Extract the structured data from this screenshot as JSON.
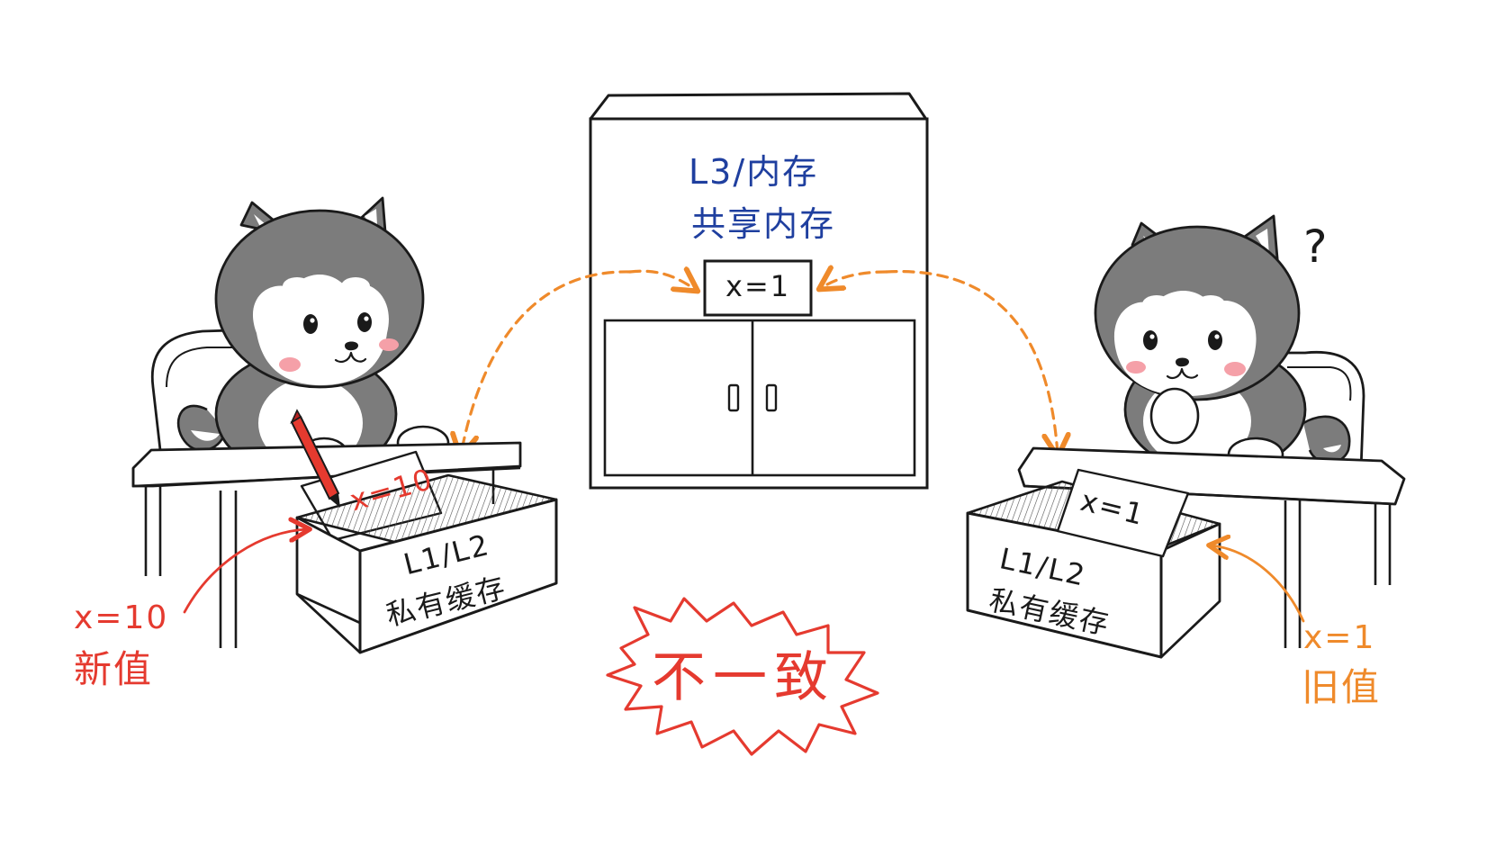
{
  "colors": {
    "ink": "#1a1a1a",
    "shared_blue": "#1f3f9f",
    "new_red": "#e53a2f",
    "old_orange": "#ef8a2b",
    "arrow_orange": "#ef8a2b",
    "fur_gray": "#7c7c7c",
    "fur_dark": "#5e5e5e",
    "cheek_pink": "#f5a0a8"
  },
  "shared": {
    "title_line1": "L3/内存",
    "title_line2": "共享内存",
    "value": "x=1"
  },
  "left_core": {
    "drawer_line1": "L1/L2",
    "drawer_line2": "私有缓存",
    "paper_value": "x=10",
    "callout_value": "x=10",
    "callout_label": "新值"
  },
  "right_core": {
    "drawer_line1": "L1/L2",
    "drawer_line2": "私有缓存",
    "paper_value": "x=1",
    "callout_value": "x=1",
    "callout_label": "旧值",
    "thought_mark": "?"
  },
  "status": {
    "label": "不一致"
  },
  "icons": [
    "husky-writing-icon",
    "husky-thinking-icon",
    "cabinet-icon",
    "pencil-icon",
    "burst-icon"
  ]
}
